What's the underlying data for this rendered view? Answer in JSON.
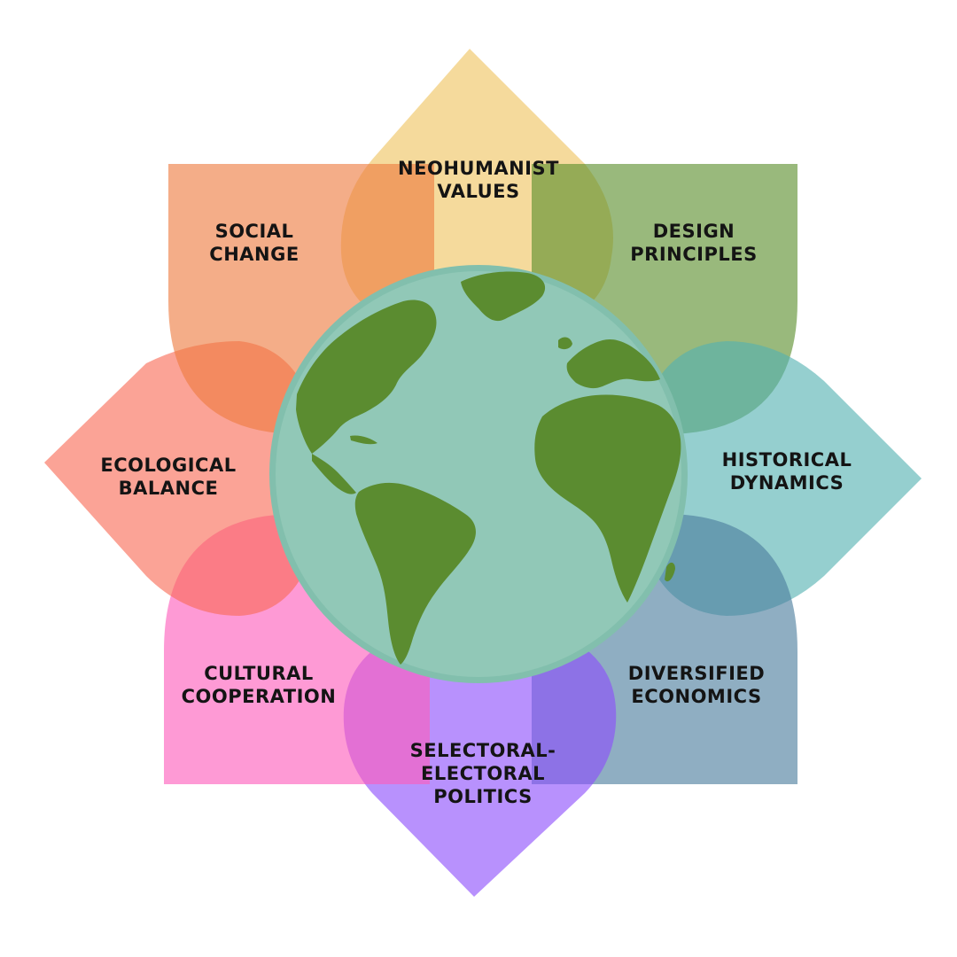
{
  "diagram": {
    "center": {
      "name": "globe-icon",
      "ocean_color": "#91c8b7",
      "ring_color": "#82bfad",
      "land_color": "#5b8c30"
    },
    "petals": [
      {
        "key": "neohumanist-values",
        "lines": [
          "NEOHUMANIST",
          "VALUES"
        ],
        "color": "#efc35f"
      },
      {
        "key": "design-principles",
        "lines": [
          "DESIGN",
          "PRINCIPLES"
        ],
        "color": "#5a8e2b"
      },
      {
        "key": "historical-dynamics",
        "lines": [
          "HISTORICAL",
          "DYNAMICS"
        ],
        "color": "#54b2b2"
      },
      {
        "key": "diversified-economics",
        "lines": [
          "DIVERSIFIED",
          "ECONOMICS"
        ],
        "color": "#4a7d9c"
      },
      {
        "key": "selectoral-electoral-politics",
        "lines": [
          "SELECTORAL-",
          "ELECTORAL",
          "POLITICS"
        ],
        "color": "#8d4dfb"
      },
      {
        "key": "cultural-cooperation",
        "lines": [
          "CULTURAL",
          "COOPERATION"
        ],
        "color": "#fd5cbc"
      },
      {
        "key": "ecological-balance",
        "lines": [
          "ECOLOGICAL",
          "BALANCE"
        ],
        "color": "#f86a55"
      },
      {
        "key": "social-change",
        "lines": [
          "SOCIAL",
          "CHANGE"
        ],
        "color": "#ee7b3f"
      }
    ]
  }
}
